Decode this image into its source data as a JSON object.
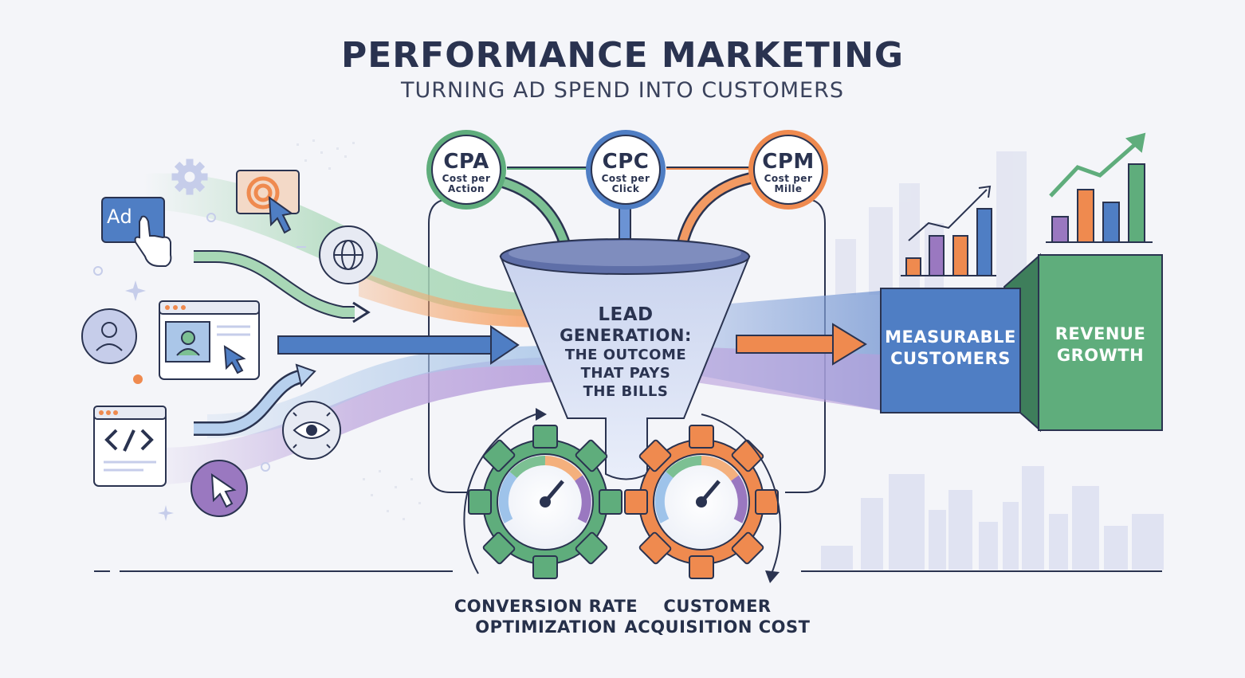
{
  "header": {
    "title": "PERFORMANCE MARKETING",
    "subtitle": "TURNING AD SPEND INTO CUSTOMERS"
  },
  "metrics": [
    {
      "abbr": "CPA",
      "desc_line1": "Cost per",
      "desc_line2": "Action",
      "color": "#5fad7c"
    },
    {
      "abbr": "CPC",
      "desc_line1": "Cost per",
      "desc_line2": "Click",
      "color": "#4f7ec4"
    },
    {
      "abbr": "CPM",
      "desc_line1": "Cost per",
      "desc_line2": "Mille",
      "color": "#ef8a4f"
    }
  ],
  "channels": {
    "ad_badge": "Ad",
    "icons": [
      "gear-icon",
      "click-target-icon",
      "globe-icon",
      "user-profile-icon",
      "browser-profile-icon",
      "code-window-icon",
      "eye-icon",
      "cursor-icon",
      "sparkle-icon"
    ]
  },
  "funnel": {
    "line1": "LEAD",
    "line2": "GENERATION:",
    "line3": "THE OUTCOME",
    "line4": "THAT PAYS",
    "line5": "THE BILLS"
  },
  "outputs": {
    "measurable_line1": "MEASURABLE",
    "measurable_line2": "CUSTOMERS",
    "revenue_line1": "REVENUE",
    "revenue_line2": "GROWTH"
  },
  "gears": {
    "left_line1": "CONVERSION RATE",
    "left_line2": "OPTIMIZATION",
    "right_line1": "CUSTOMER",
    "right_line2": "ACQUISITION COST"
  },
  "colors": {
    "green": "#5fad7c",
    "blue": "#4f7ec4",
    "orange": "#ef8a4f",
    "purple": "#9a78c0",
    "navy": "#2a3350"
  }
}
